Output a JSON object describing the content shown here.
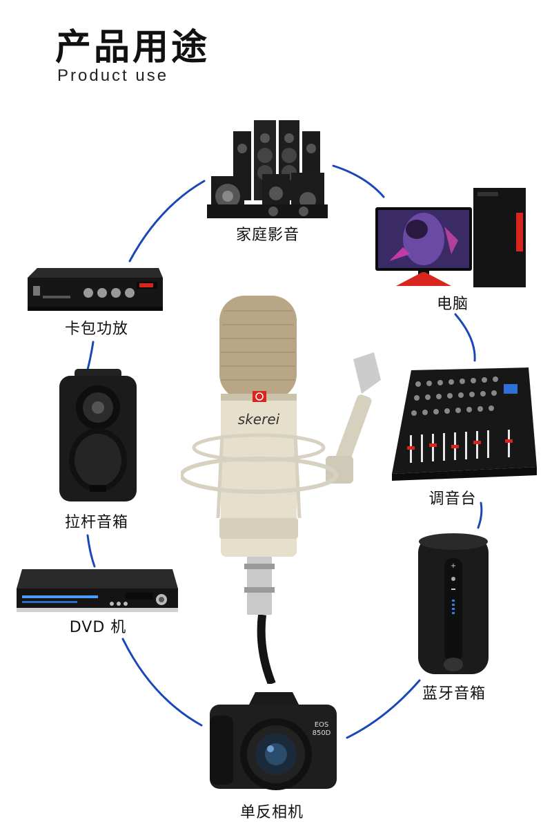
{
  "header": {
    "title": "产品用途",
    "subtitle": "Product use"
  },
  "microphone": {
    "brand": "skerei"
  },
  "devices": [
    {
      "id": "home-speakers",
      "label": "家庭影音",
      "icon": "speaker-set-icon"
    },
    {
      "id": "computer",
      "label": "电脑",
      "icon": "computer-icon"
    },
    {
      "id": "mixer",
      "label": "调音台",
      "icon": "mixer-icon"
    },
    {
      "id": "bluetooth-speaker",
      "label": "蓝牙音箱",
      "icon": "bluetooth-speaker-icon"
    },
    {
      "id": "camera",
      "label": "单反相机",
      "icon": "dslr-camera-icon"
    },
    {
      "id": "dvd",
      "label": "DVD 机",
      "icon": "dvd-player-icon"
    },
    {
      "id": "trolley-speaker",
      "label": "拉杆音箱",
      "icon": "trolley-speaker-icon"
    },
    {
      "id": "amplifier",
      "label": "卡包功放",
      "icon": "amplifier-icon"
    }
  ],
  "colors": {
    "arc": "#1a47b8",
    "accent_red": "#d8261f"
  }
}
